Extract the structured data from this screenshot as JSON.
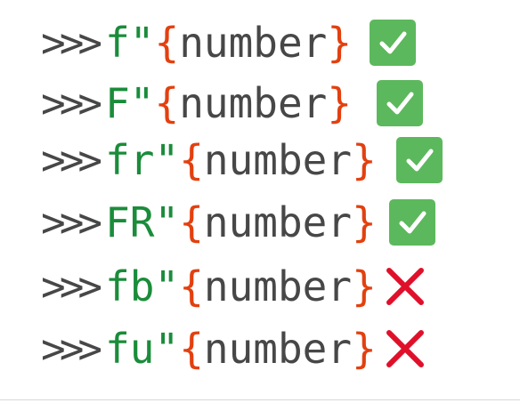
{
  "rows": [
    {
      "prompt": ">>>",
      "prefix": "f",
      "quote": "\"",
      "open": "{",
      "name": "number",
      "close": "}",
      "result": "check-icon"
    },
    {
      "prompt": ">>>",
      "prefix": "F",
      "quote": "\"",
      "open": "{",
      "name": "number",
      "close": "}",
      "result": "check-icon"
    },
    {
      "prompt": ">>>",
      "prefix": "fr",
      "quote": "\"",
      "open": "{",
      "name": "number",
      "close": "}",
      "result": "check-icon"
    },
    {
      "prompt": ">>>",
      "prefix": "FR",
      "quote": "\"",
      "open": "{",
      "name": "number",
      "close": "}",
      "result": "check-icon"
    },
    {
      "prompt": ">>>",
      "prefix": "fb",
      "quote": "\"",
      "open": "{",
      "name": "number",
      "close": "}",
      "result": "cross-icon"
    },
    {
      "prompt": ">>>",
      "prefix": "fu",
      "quote": "\"",
      "open": "{",
      "name": "number",
      "close": "}",
      "result": "cross-icon"
    }
  ],
  "colors": {
    "prompt": "#474747",
    "prefix": "#1a8c3a",
    "brace": "#e3400f",
    "check_bg": "#5cb85c",
    "cross": "#e0102a"
  }
}
